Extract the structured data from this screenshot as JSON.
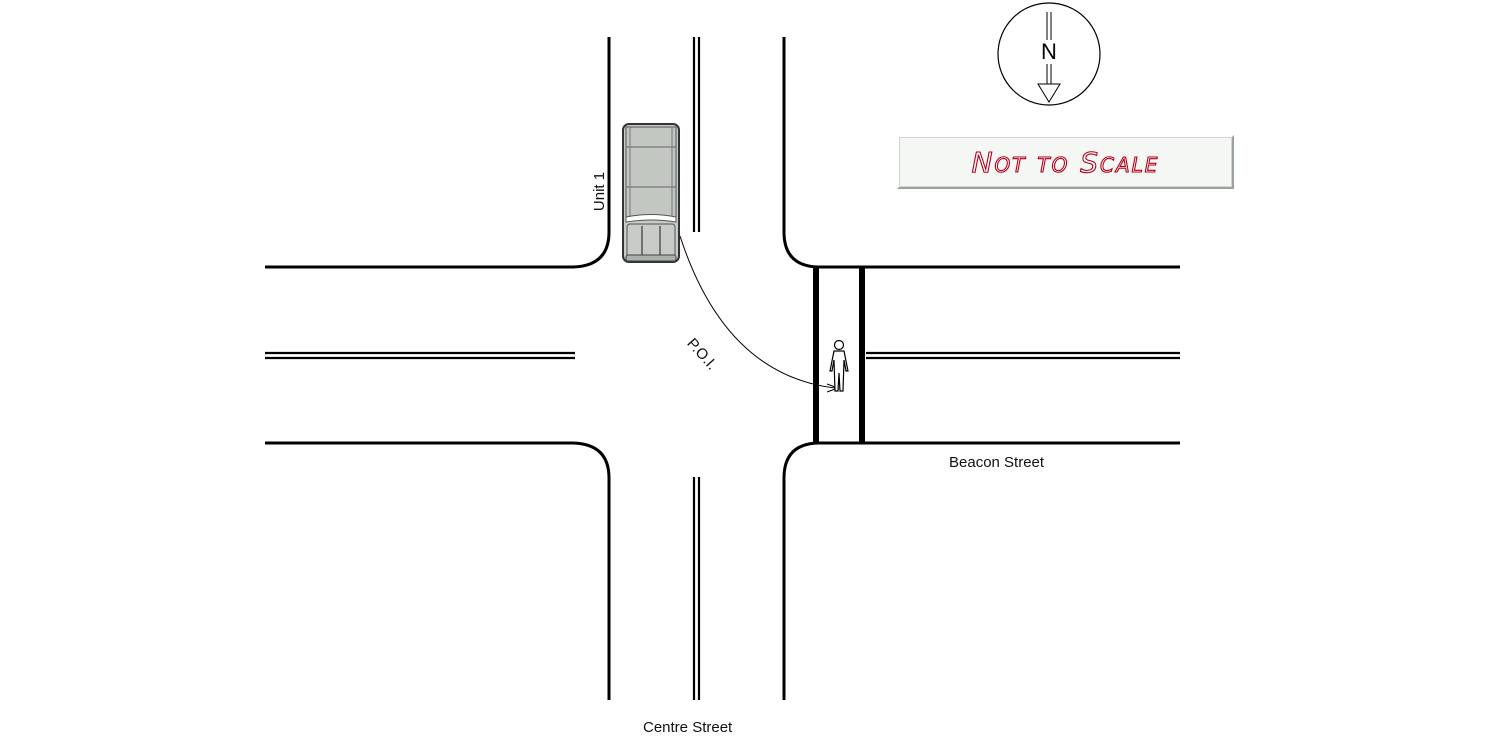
{
  "streets": {
    "horizontal": "Beacon Street",
    "vertical": "Centre Street"
  },
  "vehicle": {
    "label": "Unit 1",
    "color": "#c8ccc8"
  },
  "path": {
    "label": "P.O.I."
  },
  "north_arrow": {
    "letter": "N"
  },
  "scale_note": "Not to Scale",
  "colors": {
    "scale_text": "#b3001b",
    "line": "#000000"
  },
  "icons": [
    "compass-icon",
    "vehicle-icon",
    "pedestrian-icon"
  ]
}
